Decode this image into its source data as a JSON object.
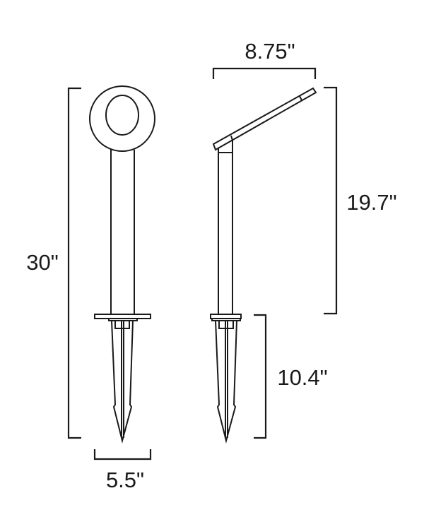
{
  "dimensions": {
    "overall_height": "30\"",
    "base_width": "5.5\"",
    "head_length": "8.75\"",
    "upper_height": "19.7\"",
    "stake_length": "10.4\""
  },
  "colors": {
    "line": "#1a1a1a",
    "background": "#ffffff"
  }
}
